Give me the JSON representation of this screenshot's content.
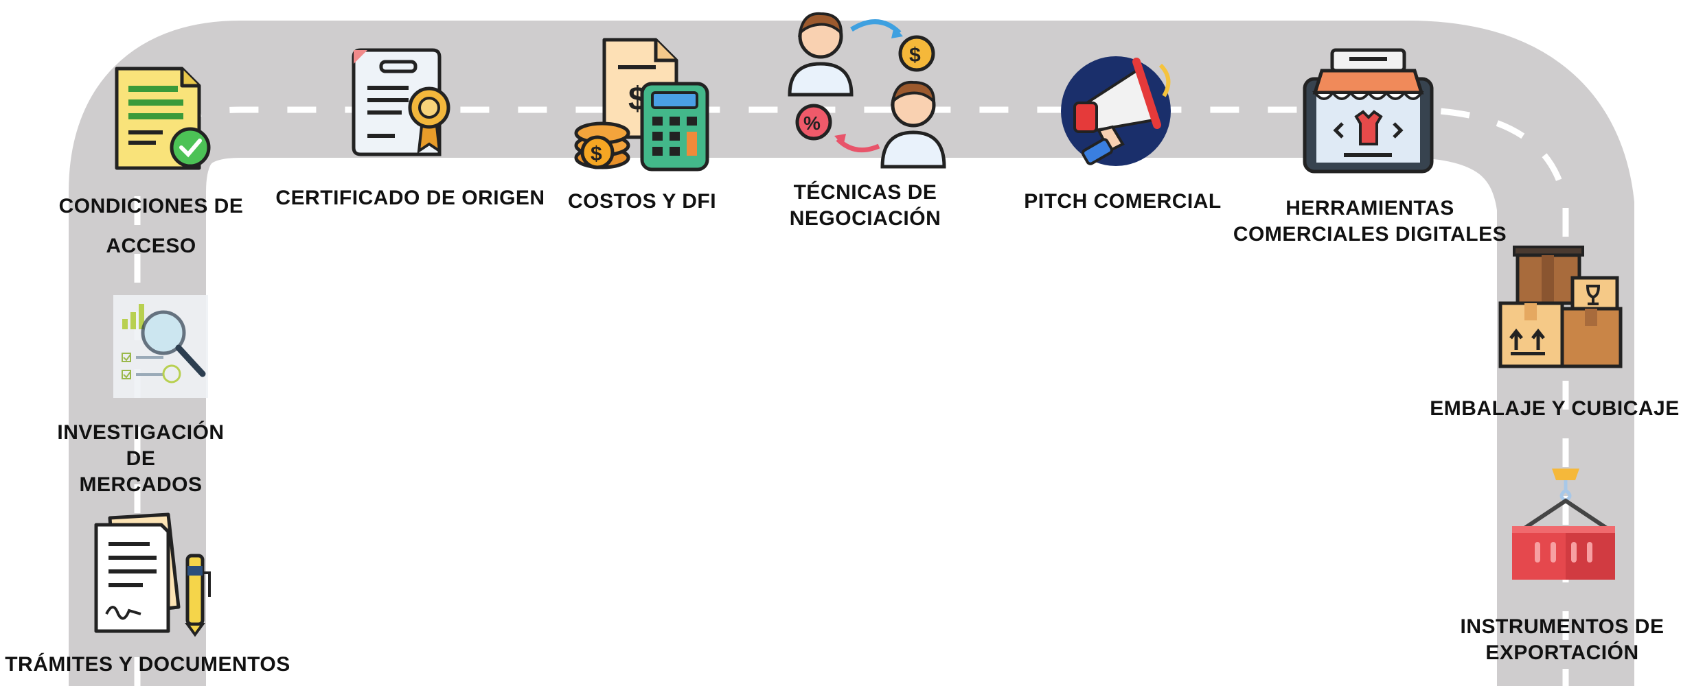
{
  "stages": [
    {
      "id": "condiciones",
      "label_line1": "CONDICIONES DE",
      "label_line2": "ACCESO",
      "icon": "document-check-icon"
    },
    {
      "id": "certificado",
      "label": "CERTIFICADO DE ORIGEN",
      "icon": "certificate-icon"
    },
    {
      "id": "costos",
      "label": "COSTOS Y DFI",
      "icon": "calculator-icon"
    },
    {
      "id": "tecnicas",
      "label_line1": "TÉCNICAS DE",
      "label_line2": "NEGOCIACIÓN",
      "icon": "negotiation-icon"
    },
    {
      "id": "pitch",
      "label": "PITCH COMERCIAL",
      "icon": "megaphone-icon"
    },
    {
      "id": "herramientas",
      "label_line1": "HERRAMIENTAS",
      "label_line2": "COMERCIALES DIGITALES",
      "icon": "tablet-store-icon"
    },
    {
      "id": "embalaje",
      "label": "EMBALAJE Y CUBICAJE",
      "icon": "boxes-icon"
    },
    {
      "id": "instrumentos",
      "label_line1": "INSTRUMENTOS DE",
      "label_line2": "EXPORTACIÓN",
      "icon": "container-icon"
    },
    {
      "id": "investigacion",
      "label_line1": "INVESTIGACIÓN",
      "label_line2": "DE",
      "label_line3": "MERCADOS",
      "icon": "market-research-icon"
    },
    {
      "id": "tramites",
      "label": "TRÁMITES Y DOCUMENTOS",
      "icon": "documents-pen-icon"
    }
  ],
  "colors": {
    "road": "#cfcdce",
    "road_marking": "#ffffff",
    "text": "#111111"
  }
}
